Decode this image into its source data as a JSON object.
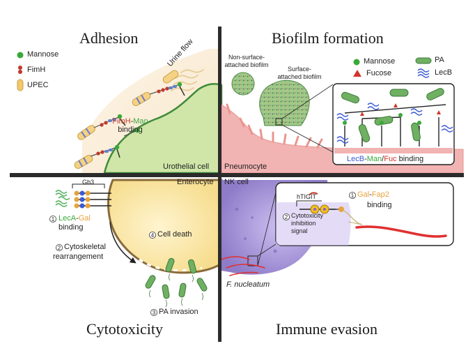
{
  "quadrants": {
    "adhesion": {
      "title": "Adhesion",
      "legend": [
        {
          "icon": "mannose-icon",
          "label": "Mannose",
          "color": "#3aa83a"
        },
        {
          "icon": "fimh-icon",
          "label": "FimH",
          "color": "#c0392b"
        },
        {
          "icon": "upec-icon",
          "label": "UPEC",
          "color": "#f2c86a"
        }
      ],
      "urine_flow": "Urine flow",
      "binding_a": "FimH",
      "binding_dash": "-",
      "binding_b": "Man",
      "binding_word": "binding",
      "cell": "Urothelial cell"
    },
    "biofilm": {
      "title": "Biofilm formation",
      "non_surface": [
        "Non-surface-",
        "attached biofilm"
      ],
      "surface": [
        "Surface-",
        "attached biofilm"
      ],
      "legend": [
        {
          "icon": "mannose-icon",
          "label": "Mannose"
        },
        {
          "icon": "fucose-icon",
          "label": "Fucose"
        },
        {
          "icon": "pa-icon",
          "label": "PA"
        },
        {
          "icon": "lecb-icon",
          "label": "LecB"
        }
      ],
      "binding_a": "LecB",
      "binding_b": "Man",
      "binding_c": "Fuc",
      "binding_word": "binding",
      "cell": "Pneumocyte"
    },
    "cytotoxicity": {
      "title": "Cytotoxicity",
      "cell": "Enterocyte",
      "gb3": "Gb3",
      "step1_num": "1",
      "step1_a": "LecA",
      "step1_b": "Gal",
      "step1_word": "binding",
      "step2_num": "2",
      "step2": [
        "Cytoskeletal",
        "rearrangement"
      ],
      "step3_num": "3",
      "step3": "PA invasion",
      "step4_num": "4",
      "step4": "Cell death"
    },
    "immune": {
      "title": "Immune evasion",
      "cell": "NK cell",
      "htigit": "hTIGIT",
      "step1_num": "1",
      "step1_a": "Gal",
      "step1_b": "Fap2",
      "step1_word": "binding",
      "step2_num": "2",
      "step2": [
        "Cytotoxicity",
        "inhibition",
        "signal"
      ],
      "organism": "F. nucleatum"
    }
  },
  "colors": {
    "mannose": "#3aa83a",
    "fucose": "#d0342c",
    "lecb": "#3b5bd6",
    "gal": "#e8a33a",
    "fimh": "#c0392b",
    "urothelial": "#cfe6a8",
    "pneumocyte": "#f2b3b3",
    "enterocyte": "#fbe6a6",
    "nk_cell": "#b9a9e0"
  }
}
